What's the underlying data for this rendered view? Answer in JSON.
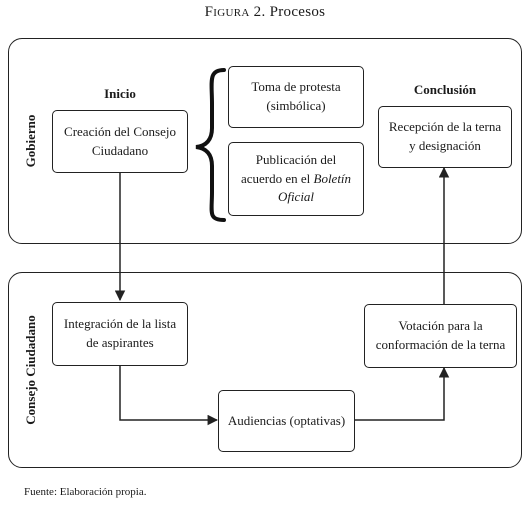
{
  "figure": {
    "title_label": "Figura 2.",
    "title_text": "Procesos"
  },
  "lanes": {
    "gobierno": "Gobierno",
    "consejo": "Consejo Ciudadano"
  },
  "headings": {
    "inicio": "Inicio",
    "conclusion": "Conclusión"
  },
  "boxes": {
    "creacion": "Creación del Consejo Ciudadano",
    "toma": "Toma de protesta (simbólica)",
    "publicacion_pre": "Publicación del acuerdo en el ",
    "publicacion_italic": "Boletín Oficial",
    "recepcion": "Recepción de la terna y designación",
    "integracion": "Integración de la lista de aspirantes",
    "audiencias": "Audiencias (optativas)",
    "votacion": "Votación para la conformación de la terna"
  },
  "footer": "Fuente: Elaboración propia."
}
